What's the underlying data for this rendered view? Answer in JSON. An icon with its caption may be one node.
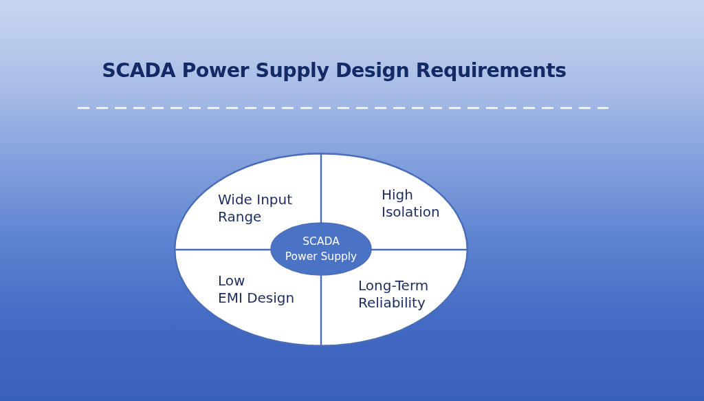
{
  "diagram": {
    "title": "SCADA Power Supply Design Requirements",
    "nodes": [
      {
        "text": [
          "Wide Input Range"
        ]
      },
      {
        "text": [
          "High Isolation"
        ]
      },
      {
        "text": [
          "SCADA Power Supply"
        ]
      },
      {
        "text": [
          "Low EMI Design"
        ]
      },
      {
        "text": [
          "Long-Term Reliability"
        ]
      }
    ]
  }
}
